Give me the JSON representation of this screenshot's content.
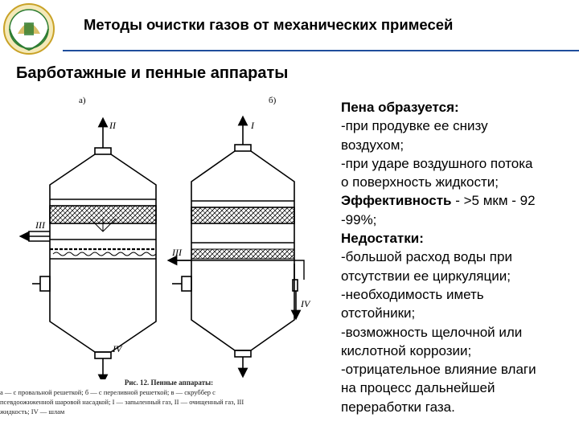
{
  "header": {
    "title": "Методы очистки газов от механических примесей"
  },
  "subtitle": "Барботажные и пенные аппараты",
  "figure": {
    "label_a": "а)",
    "label_b": "б)",
    "device_a": {
      "top_flow": "II",
      "side_flow": "III",
      "bottom_flow": "IV"
    },
    "device_b": {
      "top_flow": "I",
      "side_flow": "III",
      "bottom_flow": "IV"
    },
    "caption_title": "Рис. 12. Пенные аппараты:",
    "caption_line1": "а — с провальной решеткой; б — с переливной решеткой; в — скруббер с",
    "caption_line2": "псевдоожиженной шаровой насадкой; I — запыленный газ, II — очищенный газ, III",
    "caption_line3": "жидкость; IV — шлам"
  },
  "text_panel": {
    "lines": [
      {
        "text": "Пена образуется:",
        "bold": true
      },
      {
        "text": "-при продувке ее снизу",
        "bold": false
      },
      {
        "text": "воздухом;",
        "bold": false
      },
      {
        "text": "-при ударе воздушного потока",
        "bold": false
      },
      {
        "text": "о поверхность жидкости;",
        "bold": false
      }
    ],
    "effect_label": "Эффективность",
    "effect_text": " - >5 мкм - 92",
    "effect_cont": "-99%;",
    "lines2": [
      {
        "text": "Недостатки:",
        "bold": true
      },
      {
        "text": "-большой расход воды при",
        "bold": false
      },
      {
        "text": "отсутствии ее циркуляции;",
        "bold": false
      },
      {
        "text": "-необходимость иметь",
        "bold": false
      },
      {
        "text": "отстойники;",
        "bold": false
      },
      {
        "text": "-возможность щелочной или",
        "bold": false
      },
      {
        "text": "кислотной коррозии;",
        "bold": false
      },
      {
        "text": "-отрицательное влияние влаги",
        "bold": false
      },
      {
        "text": "на процесс дальнейшей",
        "bold": false
      },
      {
        "text": "переработки газа.",
        "bold": false
      }
    ]
  },
  "colors": {
    "rule": "#1f4e9c",
    "logo_gold": "#c9a227",
    "logo_green": "#2e7d32"
  }
}
